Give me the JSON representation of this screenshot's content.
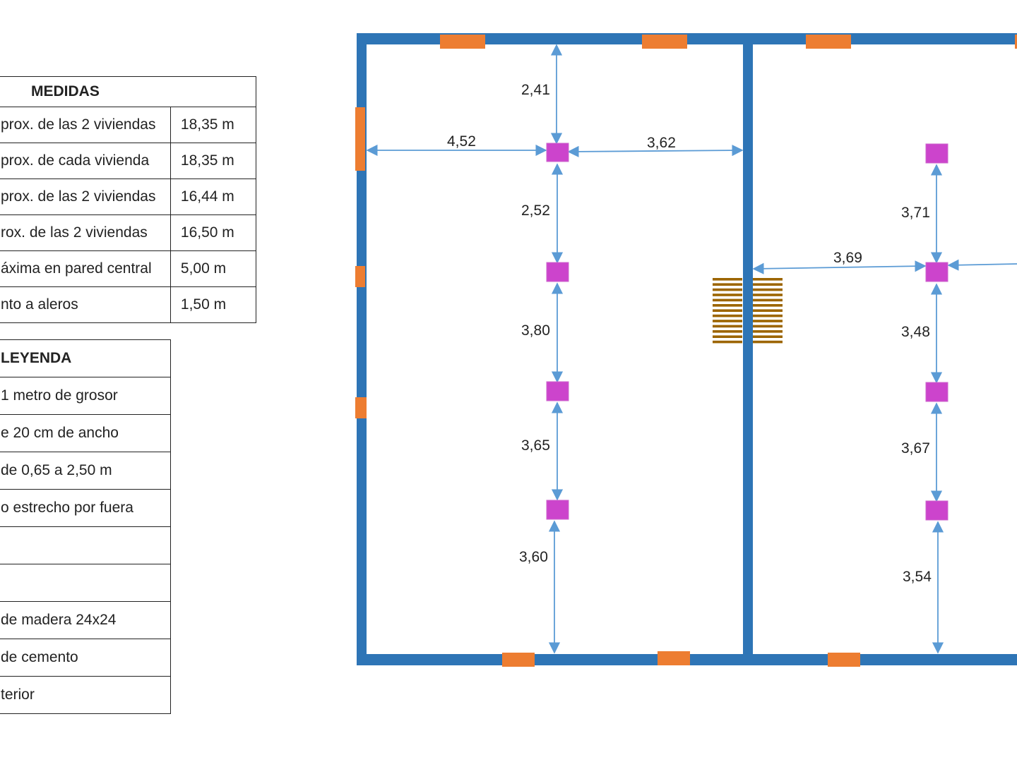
{
  "colors": {
    "wall": "#2e75b6",
    "window": "#ed7d31",
    "pillar": "#cc44cc",
    "dimension": "#5b9bd5",
    "stairs": "#9c6500"
  },
  "medidas": {
    "title": "MEDIDAS",
    "rows": [
      {
        "label": "prox. de las 2 viviendas",
        "value": "18,35 m"
      },
      {
        "label": "prox. de cada vivienda",
        "value": "18,35 m"
      },
      {
        "label": "prox. de las 2 viviendas",
        "value": "16,44 m"
      },
      {
        "label": "rox. de las 2 viviendas",
        "value": "16,50 m"
      },
      {
        "label": "áxima en pared central",
        "value": "5,00 m"
      },
      {
        "label": "nto a aleros",
        "value": "1,50 m"
      }
    ]
  },
  "leyenda": {
    "title": "LEYENDA",
    "rows": [
      "1 metro de grosor",
      "e 20 cm de ancho",
      "de 0,65 a 2,50 m",
      "o estrecho por fuera",
      "",
      "",
      "de madera 24x24",
      "de cemento",
      "terior"
    ]
  },
  "plan": {
    "dimensions": {
      "left_top": "2,41",
      "left_to_wall": "4,52",
      "left_to_center": "3,62",
      "left_1_2": "2,52",
      "left_2_3": "3,80",
      "left_3_4": "3,65",
      "left_bottom": "3,60",
      "right_top": "3,71",
      "right_to_center": "3,69",
      "right_2_3": "3,48",
      "right_3_4": "3,67",
      "right_bottom": "3,54"
    }
  }
}
